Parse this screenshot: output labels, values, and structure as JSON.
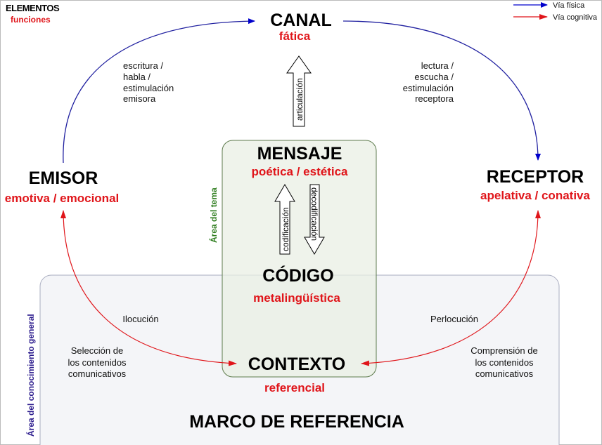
{
  "header": {
    "title": "ELEMENTOS",
    "subtitle": "funciones"
  },
  "legend": {
    "physical": "Vía física",
    "cognitive": "Vía cognitiva",
    "physical_color": "#0000cc",
    "cognitive_color": "#e0151a"
  },
  "nodes": {
    "canal": {
      "name": "CANAL",
      "function": "fática"
    },
    "emisor": {
      "name": "EMISOR",
      "function": "emotiva / emocional"
    },
    "receptor": {
      "name": "RECEPTOR",
      "function": "apelativa / conativa"
    },
    "mensaje": {
      "name": "MENSAJE",
      "function": "poética / estética"
    },
    "codigo": {
      "name": "CÓDIGO",
      "function": "metalingüística"
    },
    "contexto": {
      "name": "CONTEXTO",
      "function": "referencial"
    }
  },
  "arrows": {
    "articulacion": "articulación",
    "codificacion": "codificación",
    "decodificacion": "decodificación"
  },
  "notes": {
    "left_top": [
      "escritura /",
      "habla /",
      "estimulación",
      "emisora"
    ],
    "right_top": [
      "lectura /",
      "escucha /",
      "estimulación",
      "receptora"
    ],
    "ilocucion": "Ilocución",
    "perlocucion": "Perlocución",
    "left_bottom": [
      "Selección de",
      "los contenidos",
      "comunicativos"
    ],
    "right_bottom": [
      "Comprensión de",
      "los contenidos",
      "comunicativos"
    ]
  },
  "areas": {
    "tema": "Área del tema",
    "conocimiento": "Área del conocimiento general",
    "marco": "MARCO DE REFERENCIA"
  },
  "colors": {
    "area_tema": "#2e7d1e",
    "area_conocimiento": "#2a1a8c"
  }
}
